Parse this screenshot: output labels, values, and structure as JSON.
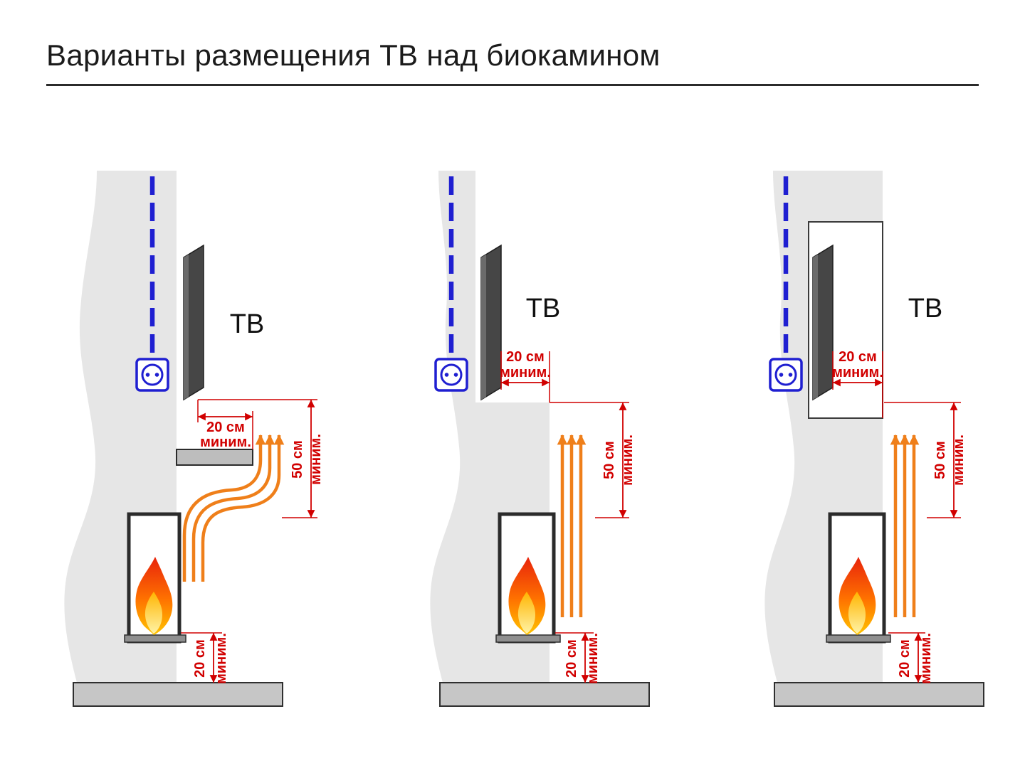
{
  "title": "Варианты размещения ТВ над биокамином",
  "panels": [
    {
      "tv_label": "ТВ",
      "tv_gap": {
        "value": "20 см",
        "note": "миним."
      },
      "heat_clearance": {
        "value": "50 см",
        "note": "миним."
      },
      "floor_gap": {
        "value": "20 см",
        "note": "миним."
      }
    },
    {
      "tv_label": "ТВ",
      "tv_gap": {
        "value": "20 см",
        "note": "миним."
      },
      "heat_clearance": {
        "value": "50 см",
        "note": "миним."
      },
      "floor_gap": {
        "value": "20 см",
        "note": "миним."
      }
    },
    {
      "tv_label": "ТВ",
      "tv_gap": {
        "value": "20 см",
        "note": "миним."
      },
      "heat_clearance": {
        "value": "50 см",
        "note": "миним."
      },
      "floor_gap": {
        "value": "20 см",
        "note": "миним."
      }
    }
  ],
  "colors": {
    "dimension_red": "#d10000",
    "cable_blue": "#1f1fd1",
    "heat_orange": "#ef7f1a",
    "wall_gray": "#e6e6e6",
    "floor_gray": "#c6c6c6",
    "tv_dark": "#464646"
  }
}
